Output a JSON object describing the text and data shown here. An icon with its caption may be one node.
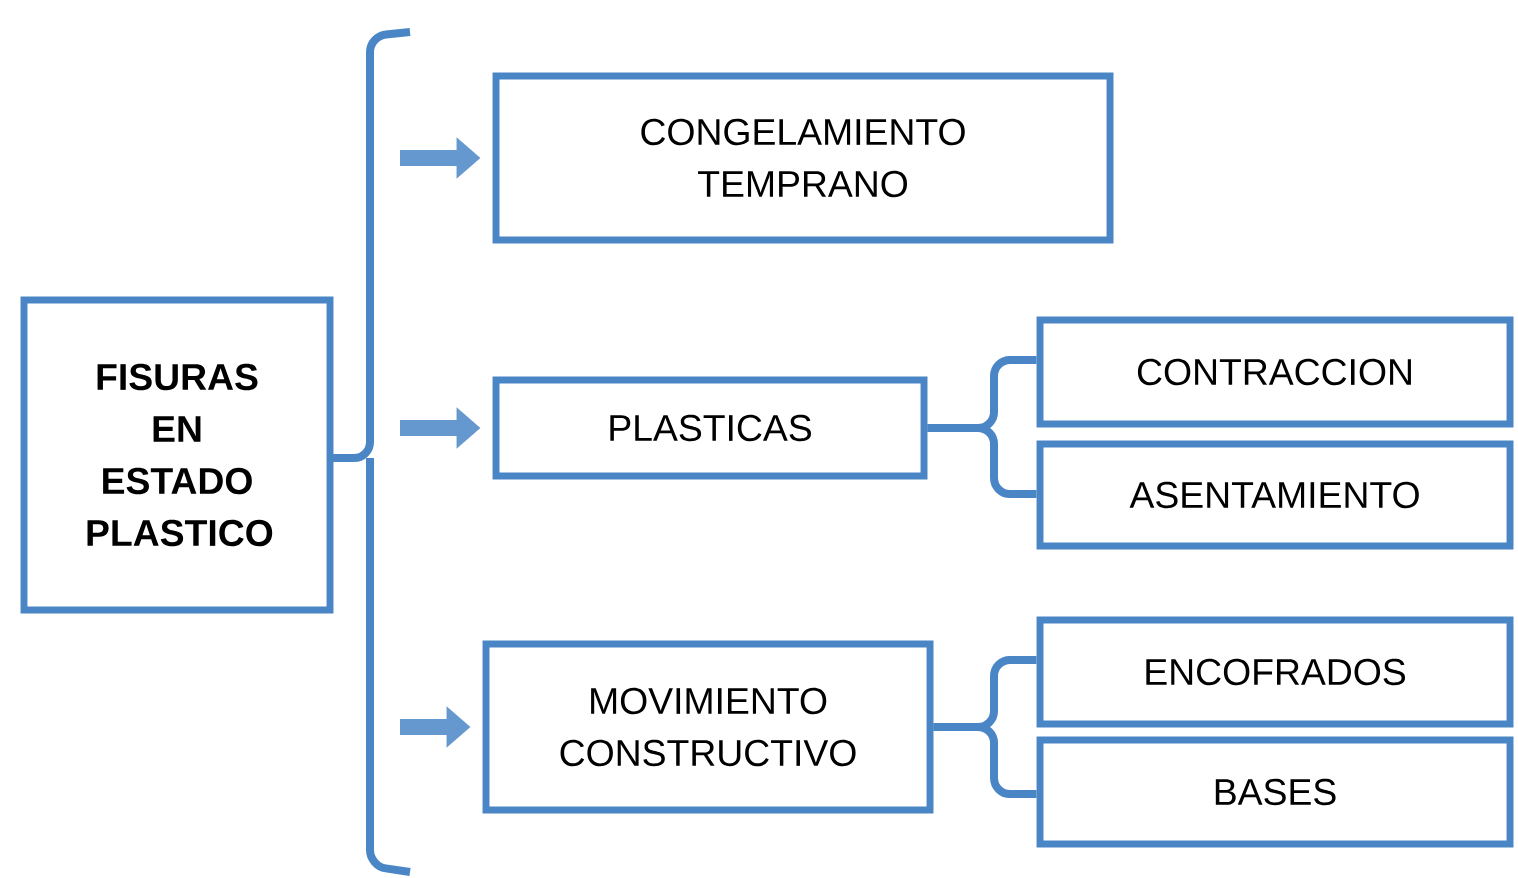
{
  "diagram": {
    "nodes": [
      {
        "text": [
          "FISURAS EN ESTADO PLASTICO"
        ]
      },
      {
        "text": [
          "CONGELAMIENTO TEMPRANO"
        ]
      },
      {
        "text": [
          "PLASTICAS"
        ]
      },
      {
        "text": [
          "CONTRACCION"
        ]
      },
      {
        "text": [
          "ASENTAMIENTO"
        ]
      },
      {
        "text": [
          "MOVIMIENTO CONSTRUCTIVO"
        ]
      },
      {
        "text": [
          "ENCOFRADOS"
        ]
      },
      {
        "text": [
          "BASES"
        ]
      }
    ],
    "edges": [
      {
        "from": 0,
        "to": 1,
        "arrow": "to",
        "style": "thick"
      },
      {
        "from": 0,
        "to": 2,
        "arrow": "to",
        "style": "thick"
      },
      {
        "from": 0,
        "to": 5,
        "arrow": "to",
        "style": "thick"
      },
      {
        "from": 2,
        "to": 3,
        "arrow": "none"
      },
      {
        "from": 2,
        "to": 4,
        "arrow": "none"
      },
      {
        "from": 5,
        "to": 6,
        "arrow": "none"
      },
      {
        "from": 5,
        "to": 7,
        "arrow": "none"
      }
    ]
  }
}
